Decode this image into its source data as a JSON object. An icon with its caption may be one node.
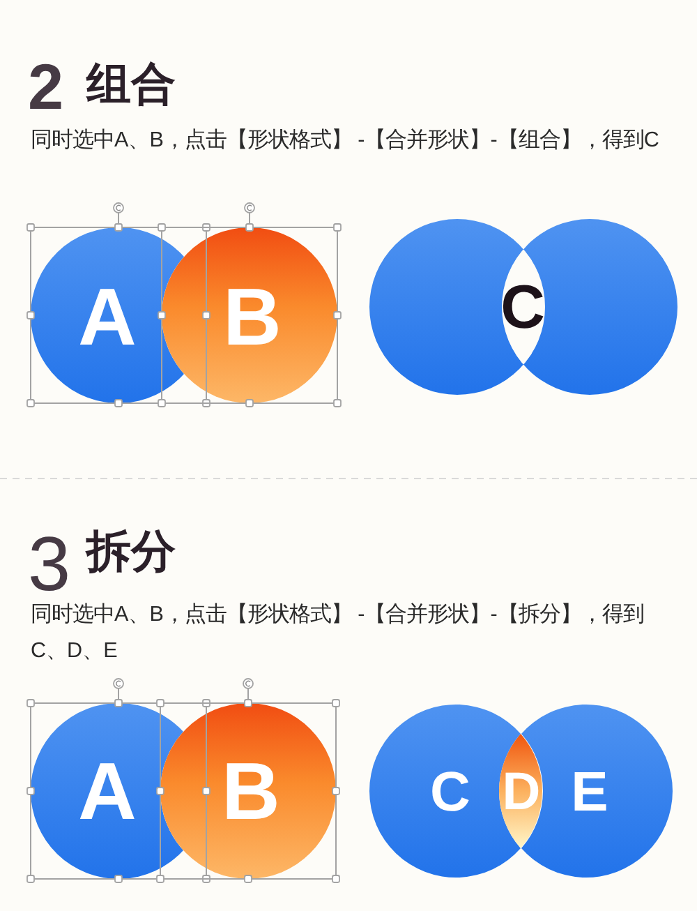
{
  "diagram": {
    "nodes": [
      {
        "text": [
          "A"
        ]
      },
      {
        "text": [
          "B"
        ]
      },
      {
        "text": [
          "C"
        ]
      },
      {
        "text": [
          "A"
        ]
      },
      {
        "text": [
          "B"
        ]
      },
      {
        "text": [
          "C"
        ]
      },
      {
        "text": [
          "D"
        ]
      },
      {
        "text": [
          "E"
        ]
      }
    ],
    "labels": [
      "2",
      "组合",
      "同时选中A、B，点击【形状格式】 -【合并形状】-【组合】，得到C",
      "3",
      "拆分",
      "同时选中A、B，点击【形状格式】 -【合并形状】-【拆分】，得到C、D、E"
    ]
  }
}
